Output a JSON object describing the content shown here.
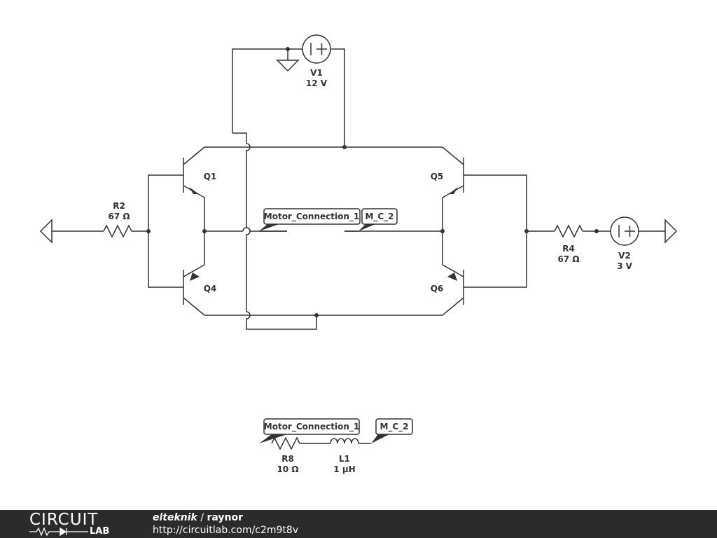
{
  "schematic": {
    "components": {
      "v1": {
        "name": "V1",
        "value": "12 V"
      },
      "v2": {
        "name": "V2",
        "value": "3 V"
      },
      "r2": {
        "name": "R2",
        "value": "67 Ω"
      },
      "r4": {
        "name": "R4",
        "value": "67 Ω"
      },
      "r8": {
        "name": "R8",
        "value": "10 Ω"
      },
      "l1": {
        "name": "L1",
        "value": "1 µH"
      },
      "q1": {
        "name": "Q1"
      },
      "q4": {
        "name": "Q4"
      },
      "q5": {
        "name": "Q5"
      },
      "q6": {
        "name": "Q6"
      }
    },
    "net_labels": {
      "motor_1": "Motor_Connection_1",
      "mc2": "M_C_2"
    }
  },
  "footer": {
    "logo_top": "CIRCUIT",
    "logo_bottom": "LAB",
    "user": "elteknik",
    "separator": " / ",
    "project": "raynor",
    "url": "http://circuitlab.com/c2m9t8v"
  }
}
